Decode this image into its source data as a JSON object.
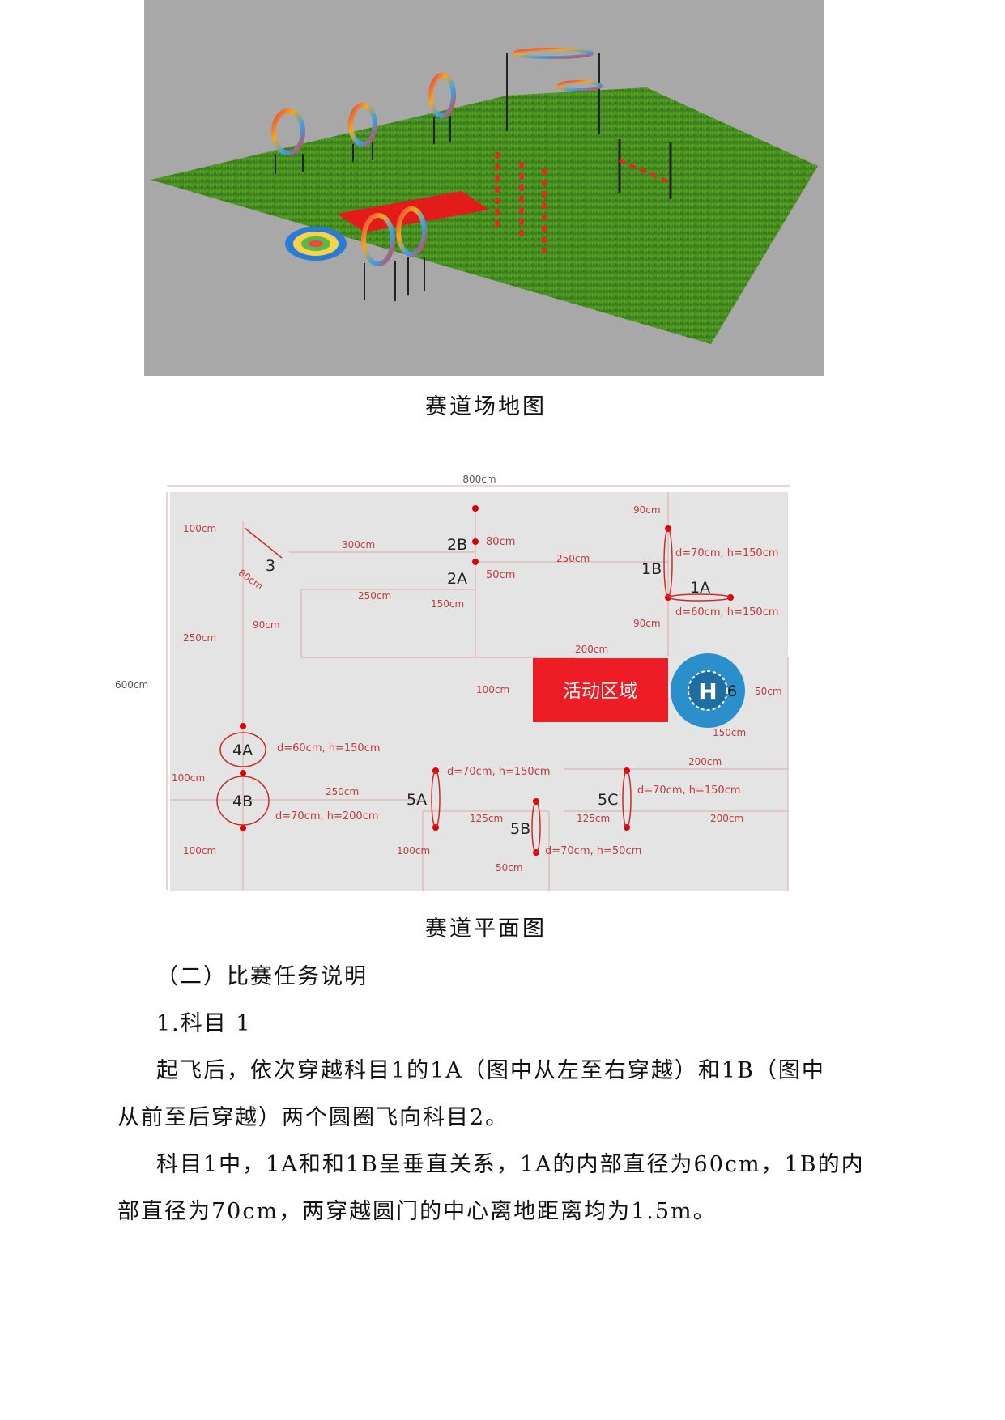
{
  "figure1": {
    "caption": "赛道场地图"
  },
  "figure2": {
    "caption": "赛道平面图",
    "dims": {
      "top_width": "800cm",
      "left_height": "600cm",
      "d100_top": "100cm",
      "d250_left": "250cm",
      "d100_mid": "100cm",
      "d100_bot": "100cm",
      "d300": "300cm",
      "d80_gate3": "80cm",
      "d250_a": "250cm",
      "d90_left": "90cm",
      "d80_2b": "80cm",
      "d50_2a": "50cm",
      "d150_2a": "150cm",
      "d250_b": "250cm",
      "d90_top_r": "90cm",
      "d90_r": "90cm",
      "d200_area": "200cm",
      "d100_area": "100cm",
      "d50_pad": "50cm",
      "d150_pad": "150cm",
      "d200_5c_top": "200cm",
      "d200_5c_bot": "200cm",
      "d125_5b": "125cm",
      "d125_5c": "125cm",
      "d250_4b": "250cm",
      "d100_5a": "100cm",
      "d50_5b": "50cm"
    },
    "gates": {
      "g1a": "1A",
      "g1b": "1B",
      "g2a": "2A",
      "g2b": "2B",
      "g3": "3",
      "g4a": "4A",
      "g4b": "4B",
      "g5a": "5A",
      "g5b": "5B",
      "g5c": "5C",
      "g6": "6"
    },
    "specs": {
      "s1b": "d=70cm, h=150cm",
      "s1a": "d=60cm, h=150cm",
      "s4a": "d=60cm, h=150cm",
      "s4b": "d=70cm, h=200cm",
      "s5a": "d=70cm, h=150cm",
      "s5c": "d=70cm, h=150cm",
      "s5b": "d=70cm, h=50cm"
    },
    "activity_area": "活动区域",
    "pad_icon": "H"
  },
  "body": {
    "section_title": "（二）比赛任务说明",
    "item1_title": "1.科目 1",
    "p1_line1": "起飞后，依次穿越科目1的1A（图中从左至右穿越）和1B（图中",
    "p1_line2": "从前至后穿越）两个圆圈飞向科目2。",
    "p2_line1": "科目1中，1A和和1B呈垂直关系，1A的内部直径为60cm，1B的内",
    "p2_line2": "部直径为70cm，两穿越圆门的中心离地距离均为1.5m。"
  }
}
